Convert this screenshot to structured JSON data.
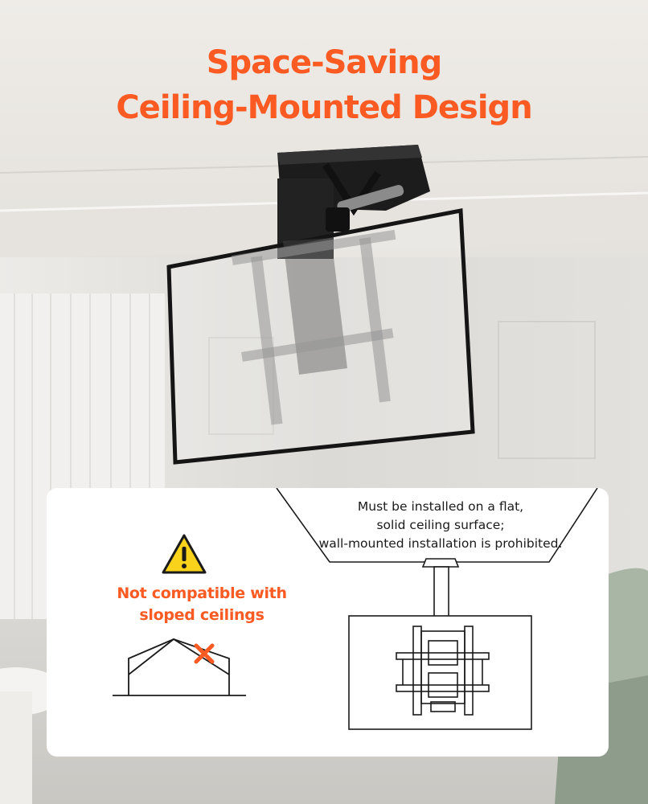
{
  "headline": {
    "line1": "Space-Saving",
    "line2": "Ceiling-Mounted Design"
  },
  "warning": {
    "icon": "warning-triangle-icon",
    "line1": "Not compatible with",
    "line2": "sloped ceilings"
  },
  "note": {
    "line1": "Must be installed on a flat,",
    "line2": "solid ceiling surface;",
    "line3": "wall-mounted installation is prohibited."
  },
  "colors": {
    "accent": "#fb5a22",
    "warning_yellow": "#f8d21b",
    "card": "#ffffff"
  }
}
